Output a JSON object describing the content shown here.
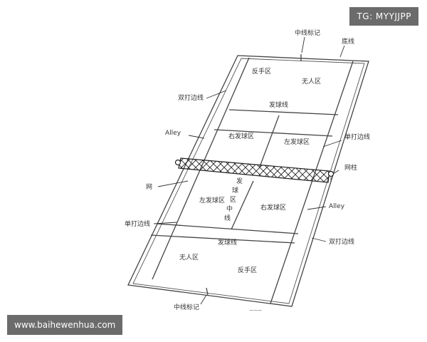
{
  "watermarks": {
    "top_right": "TG: MYYJJPP",
    "bottom_left": "www.baihewenhua.com"
  },
  "labels": {
    "center_mark_top": "中线标记",
    "baseline": "底线",
    "backhand_top": "反手区",
    "no_man_top": "无人区",
    "doubles_sideline_left": "双打边线",
    "service_line_top": "发球线",
    "alley_left": "Alley",
    "right_service_top": "右发球区",
    "left_service_top": "左发球区",
    "singles_sideline_right": "单打边线",
    "net_post": "网柱",
    "net": "网",
    "center_service_line": [
      "发",
      "球",
      "区",
      "中",
      "线"
    ],
    "left_service_bottom": "左发球区",
    "right_service_bottom": "右发球区",
    "alley_right": "Alley",
    "singles_sideline_left": "单打边线",
    "service_line_bottom": "发球线",
    "no_man_bottom": "无人区",
    "backhand_bottom": "反手区",
    "doubles_sideline_right": "双打边线",
    "center_mark_bottom": "中线标记",
    "baseline_bottom_small": "一一一"
  }
}
